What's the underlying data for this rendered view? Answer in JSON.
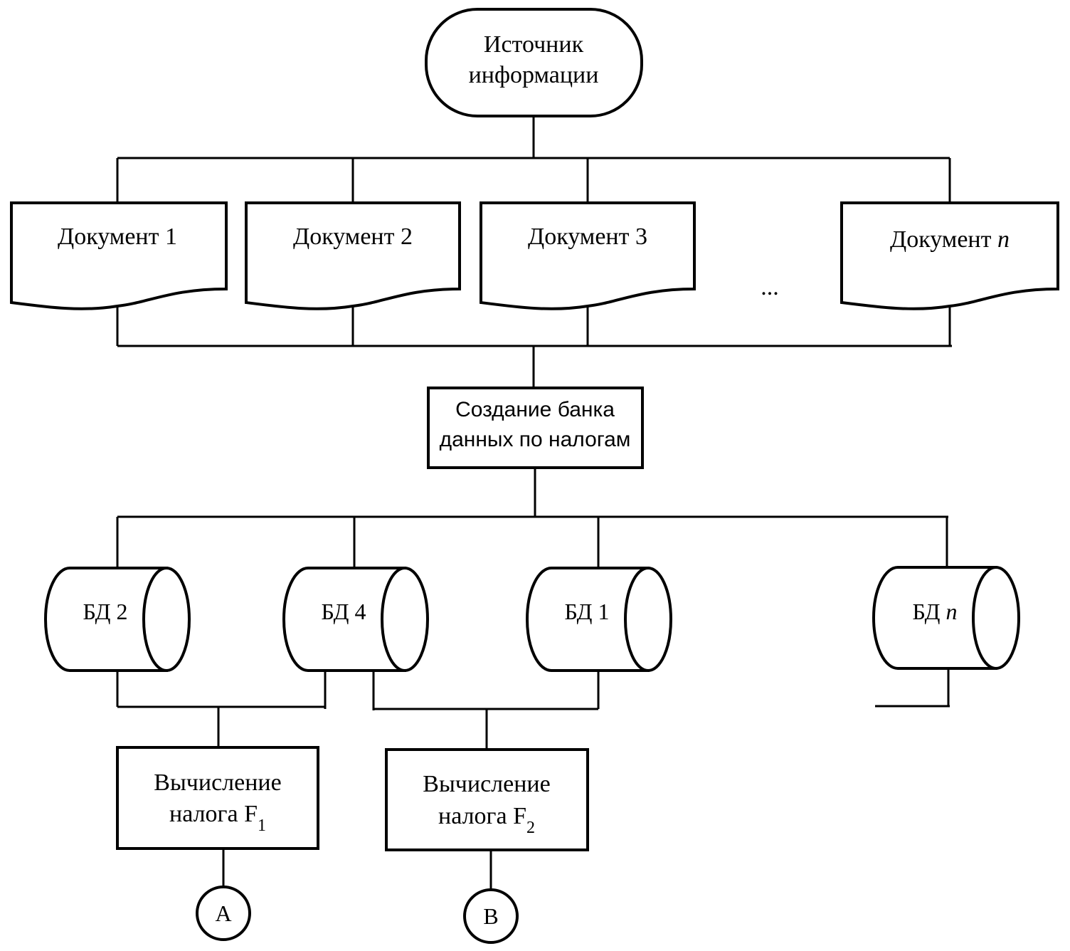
{
  "source": {
    "line1": "Источник",
    "line2": "информации"
  },
  "documents": [
    {
      "label": "Документ 1"
    },
    {
      "label": "Документ 2"
    },
    {
      "label": "Документ 3"
    },
    {
      "label": "Документ ",
      "italic": "n"
    }
  ],
  "ellipsis": "...",
  "process": {
    "line1": "Создание банка",
    "line2": "данных по налогам"
  },
  "databases": [
    {
      "label": "БД 2"
    },
    {
      "label": "БД 4"
    },
    {
      "label": "БД 1"
    },
    {
      "label": "БД ",
      "italic": "n"
    }
  ],
  "calc": [
    {
      "line1": "Вычисление",
      "line2": "налога F",
      "sub": "1"
    },
    {
      "line1": "Вычисление",
      "line2": "налога F",
      "sub": "2"
    }
  ],
  "connectors": [
    "A",
    "B"
  ]
}
